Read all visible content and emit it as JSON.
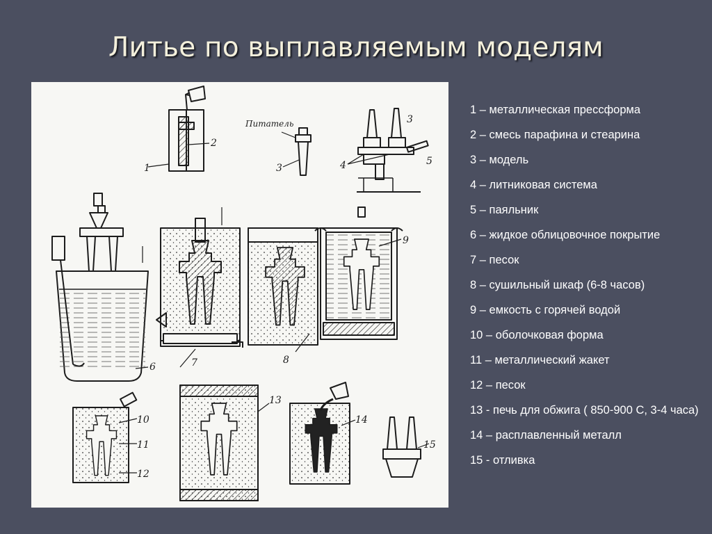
{
  "slide": {
    "title": "Литье по выплавляемым моделям"
  },
  "diagram": {
    "callouts": {
      "n1": "1",
      "n2": "2",
      "n3a": "3",
      "pitatel": "Питатель",
      "n3b": "3",
      "n4": "4",
      "n5": "5",
      "n6": "6",
      "n7": "7",
      "n8": "8",
      "n9": "9",
      "n10": "10",
      "n11": "11",
      "n12": "12",
      "n13": "13",
      "n14": "14",
      "n15": "15"
    }
  },
  "legend": [
    "1 – металлическая прессформа",
    "2 – смесь парафина и стеарина",
    "3 – модель",
    "4 – литниковая система",
    "5 – паяльник",
    "6 – жидкое облицовочное покрытие",
    "7 – песок",
    "8 – сушильный шкаф (6-8 часов)",
    "9 – емкость с горячей водой",
    "10 – оболочковая форма",
    "11 – металлический жакет",
    "12 – песок",
    "13 - печь для обжига ( 850-900 С, 3-4 часа)",
    "14 – расплавленный металл",
    "15 - отливка"
  ],
  "colors": {
    "background": "#4b4f60",
    "title": "#f4f0dc",
    "legend_text": "#ffffff",
    "diagram_ink": "#1c1c1c",
    "diagram_paper": "#f7f7f4"
  }
}
